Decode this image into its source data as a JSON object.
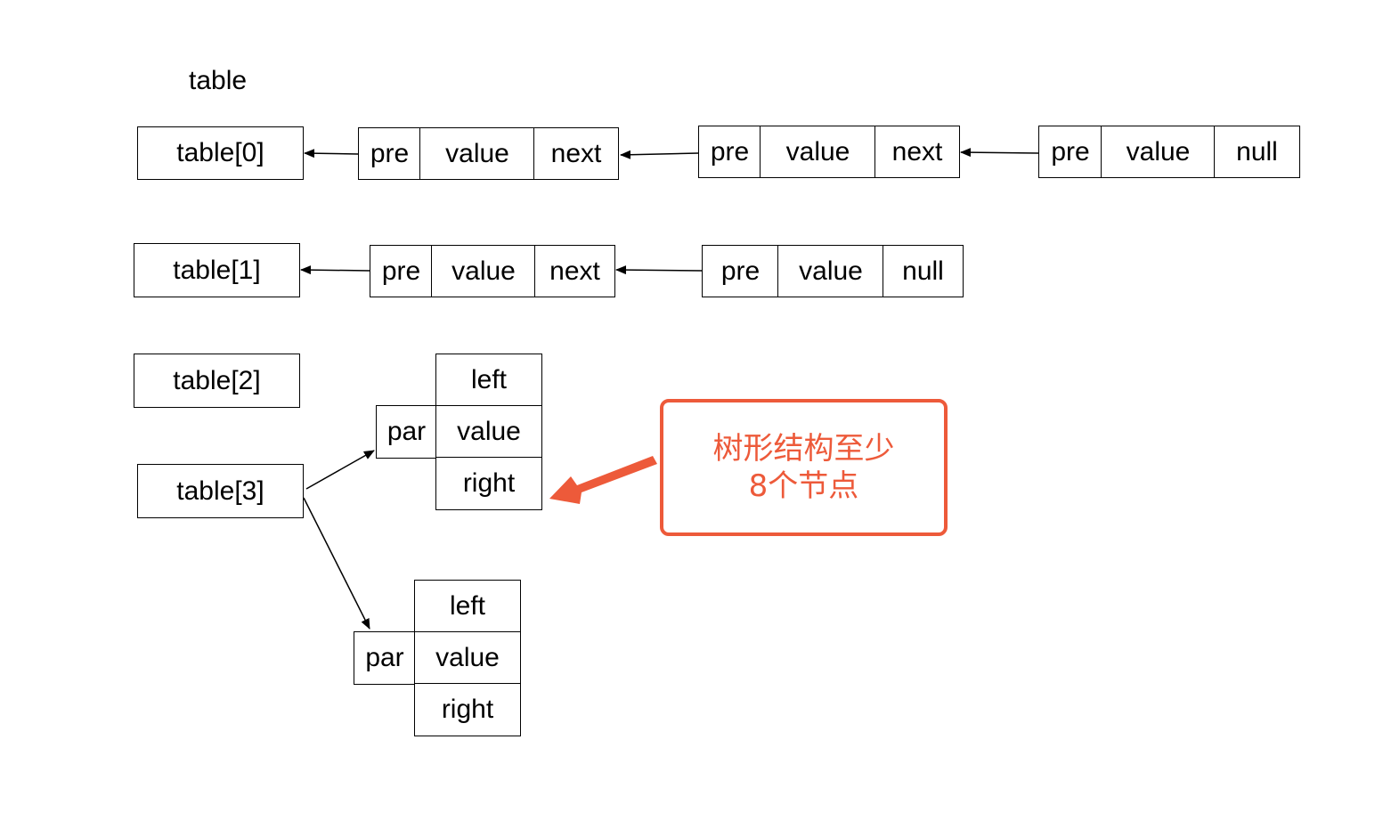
{
  "title": "table",
  "buckets": [
    "table[0]",
    "table[1]",
    "table[2]",
    "table[3]"
  ],
  "row0": {
    "node1": [
      "pre",
      "value",
      "next"
    ],
    "node2": [
      "pre",
      "value",
      "next"
    ],
    "node3": [
      "pre",
      "value",
      "null"
    ]
  },
  "row1": {
    "node1": [
      "pre",
      "value",
      "next"
    ],
    "node2": [
      "pre",
      "value",
      "null"
    ]
  },
  "tree": {
    "node_a": {
      "left": "left",
      "par": "par",
      "value": "value",
      "right": "right"
    },
    "node_b": {
      "left": "left",
      "par": "par",
      "value": "value",
      "right": "right"
    }
  },
  "callout": {
    "line1": "树形结构至少",
    "line2": "8个节点",
    "color": "#ed5a3a"
  }
}
